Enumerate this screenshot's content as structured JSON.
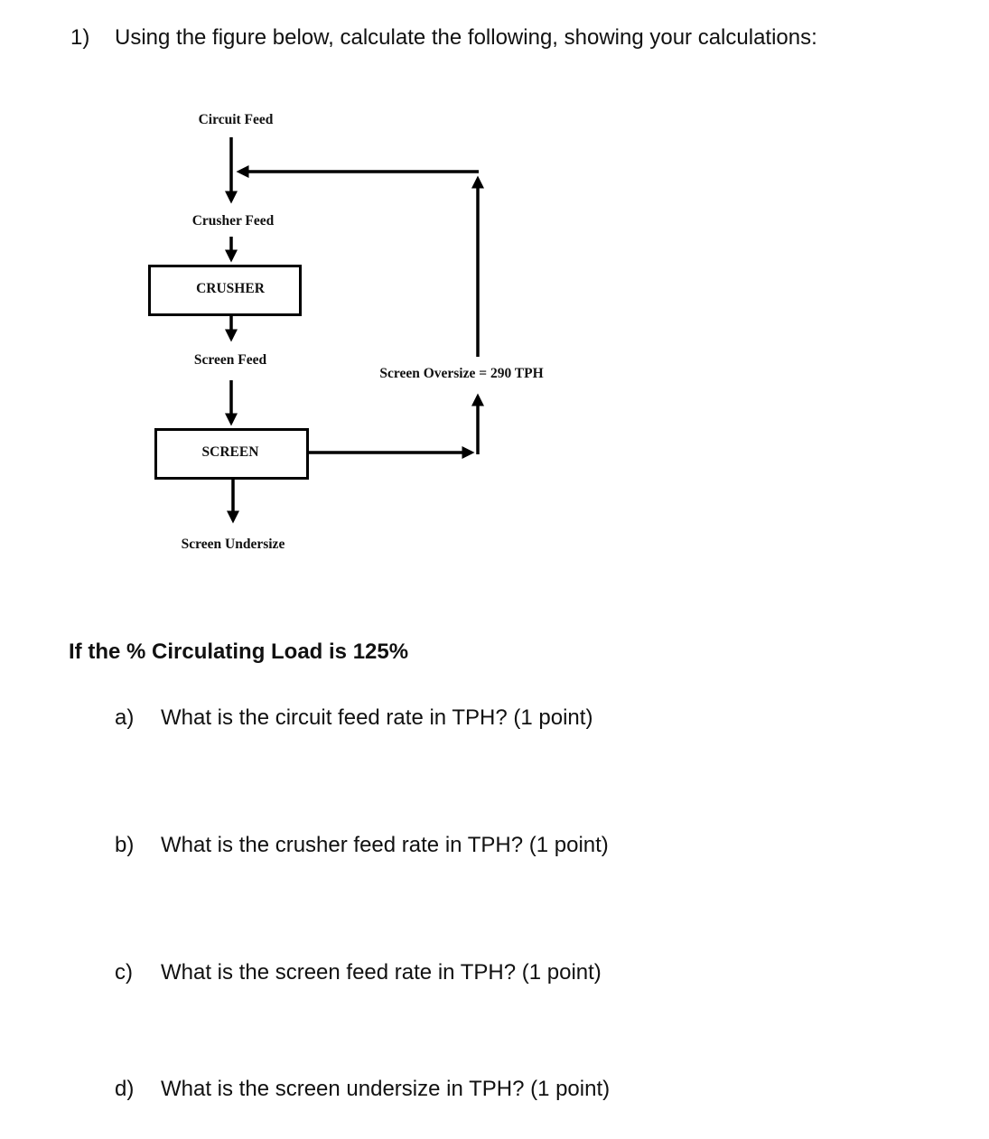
{
  "question": {
    "number": "1)",
    "prompt": "Using the figure below, calculate the following, showing your calculations:"
  },
  "figure": {
    "labels": {
      "circuit_feed": "Circuit Feed",
      "crusher_feed": "Crusher Feed",
      "crusher": "CRUSHER",
      "screen_feed": "Screen Feed",
      "screen": "SCREEN",
      "screen_undersize": "Screen Undersize",
      "screen_oversize": "Screen Oversize = 290 TPH"
    }
  },
  "condition": "If the % Circulating Load is 125%",
  "subquestions": [
    {
      "letter": "a)",
      "text": "What is the circuit feed rate in TPH? (1 point)"
    },
    {
      "letter": "b)",
      "text": "What is the crusher feed rate in TPH? (1 point)"
    },
    {
      "letter": "c)",
      "text": "What is the screen feed rate in TPH? (1 point)"
    },
    {
      "letter": "d)",
      "text": "What is the screen undersize in TPH? (1 point)"
    }
  ]
}
